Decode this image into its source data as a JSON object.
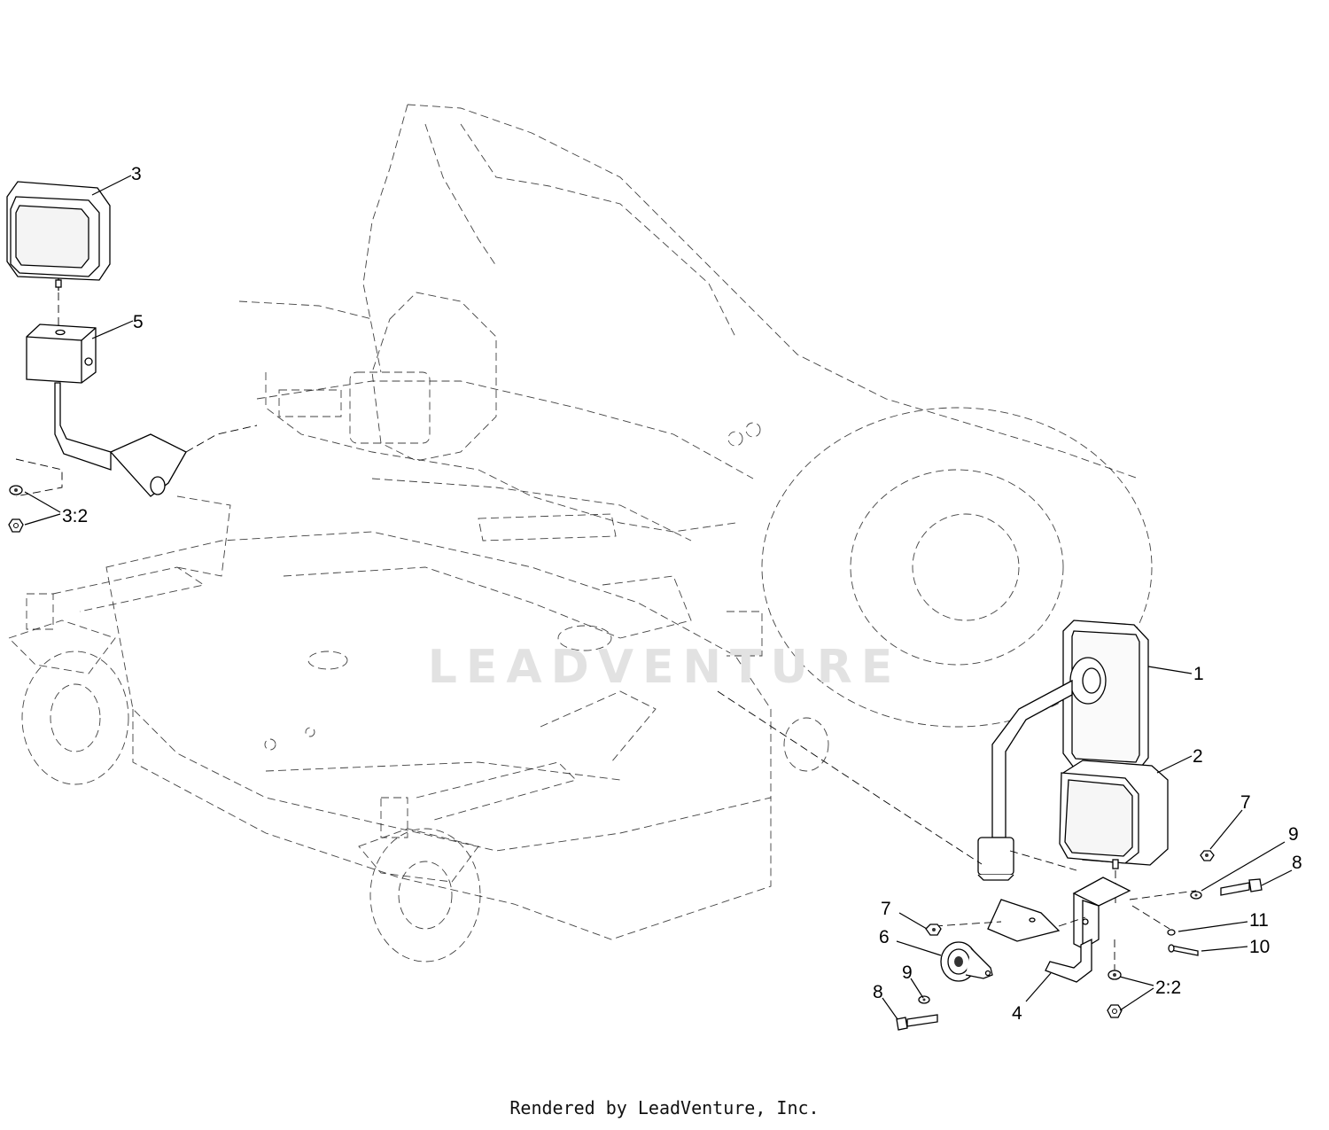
{
  "callouts": {
    "c1": "1",
    "c2": "2",
    "c3": "3",
    "c5": "5",
    "c3_2": "3:2",
    "c2_2": "2:2",
    "c7a": "7",
    "c7b": "7",
    "c9a": "9",
    "c9b": "9",
    "c8a": "8",
    "c8b": "8",
    "c11": "11",
    "c10": "10",
    "c6": "6",
    "c4": "4"
  },
  "watermark": "LEADVENTURE",
  "footer": "Rendered by LeadVenture, Inc."
}
